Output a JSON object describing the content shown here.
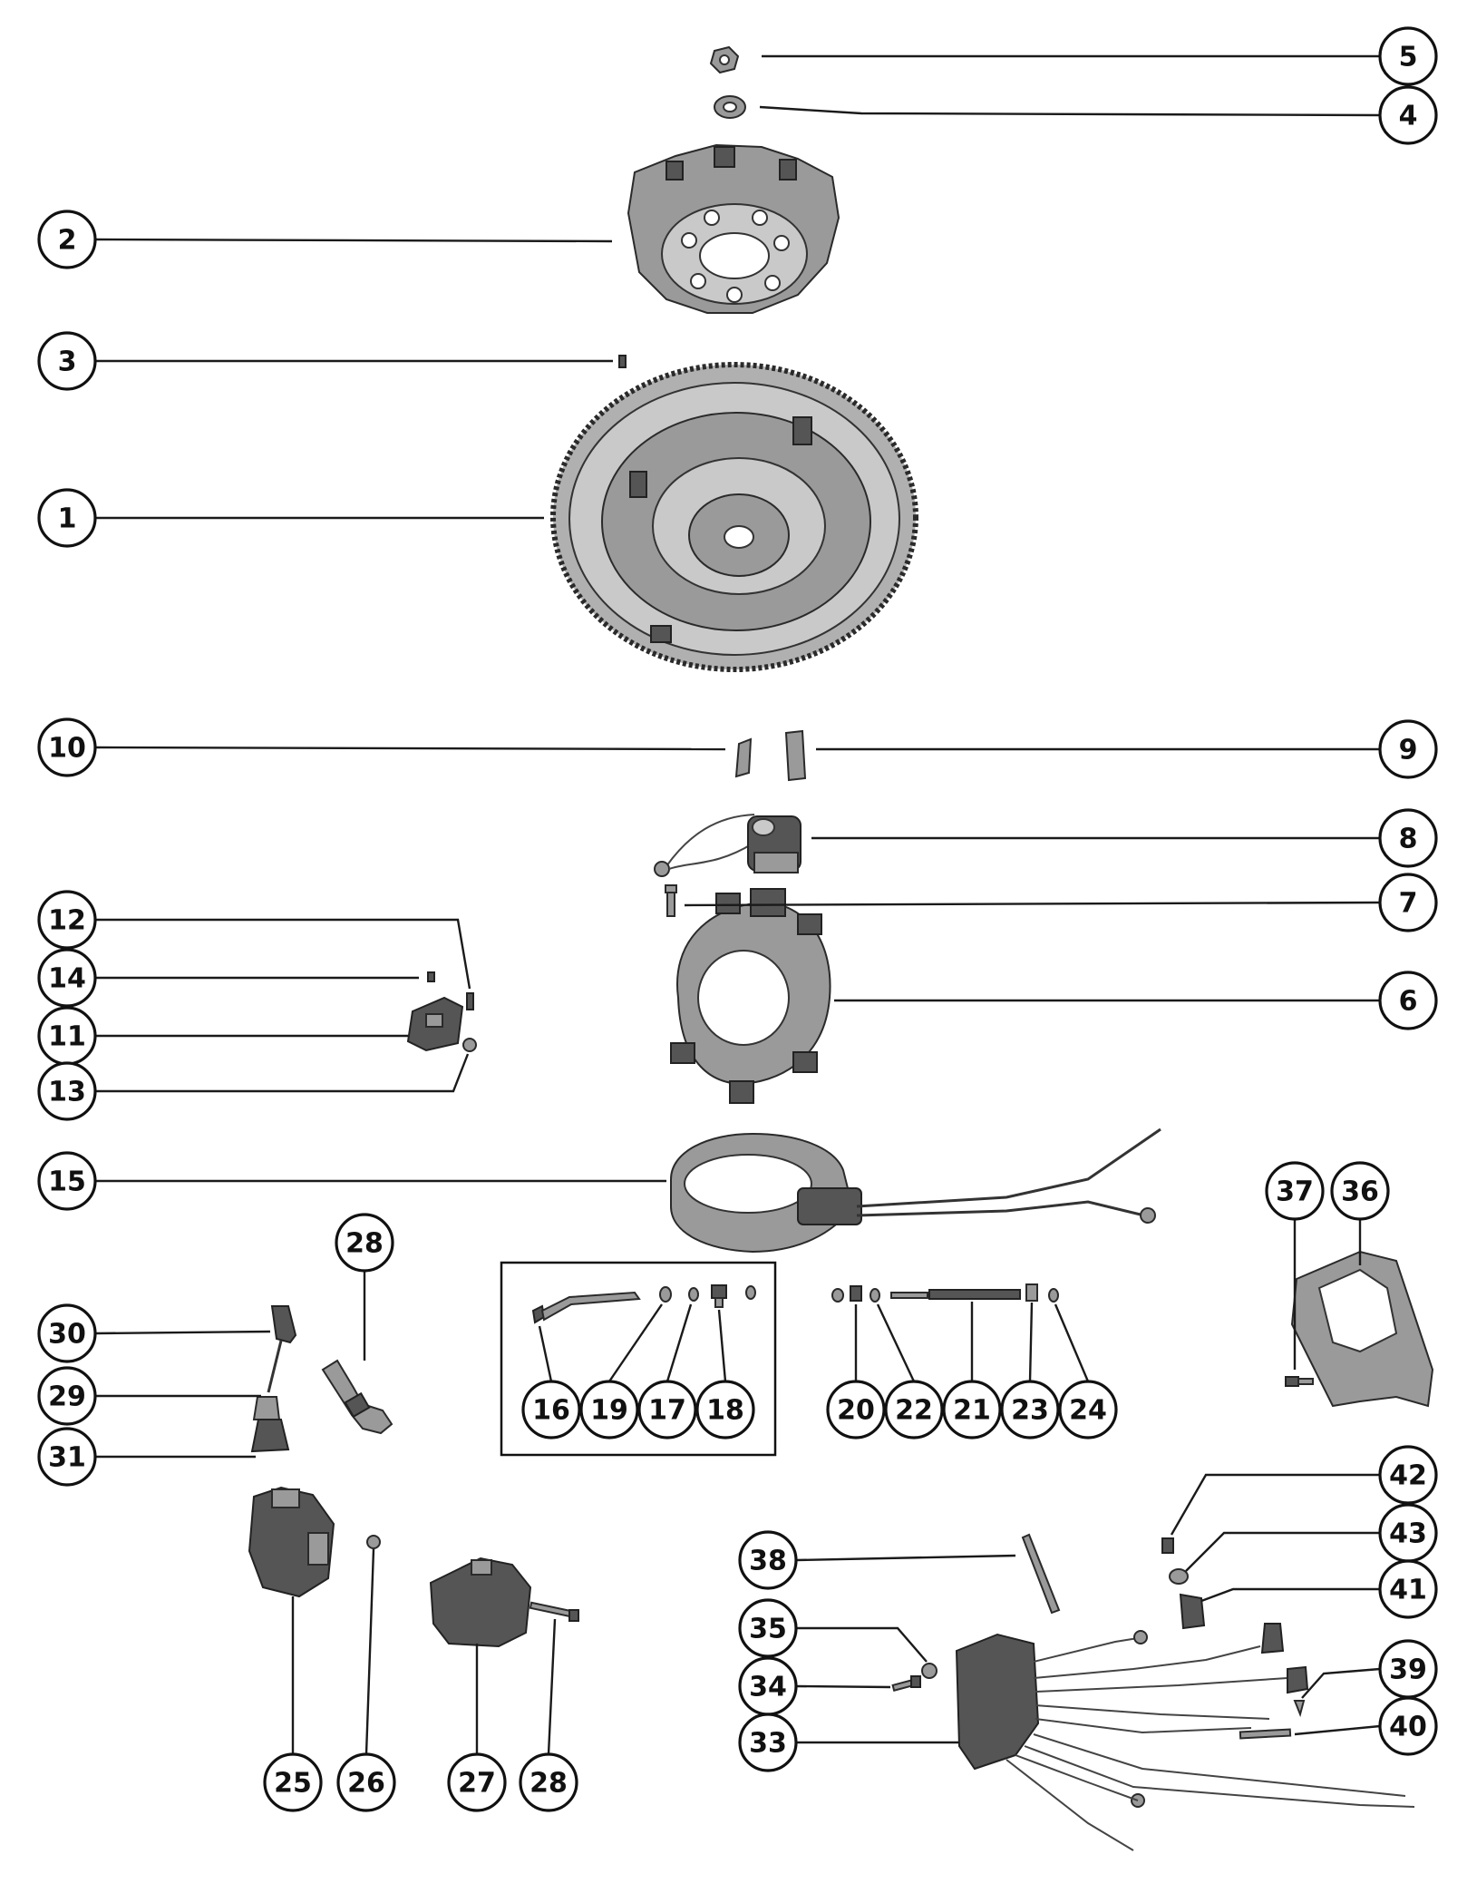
{
  "callouts": [
    {
      "id": "c5",
      "label": "5"
    },
    {
      "id": "c4",
      "label": "4"
    },
    {
      "id": "c2",
      "label": "2"
    },
    {
      "id": "c3",
      "label": "3"
    },
    {
      "id": "c1",
      "label": "1"
    },
    {
      "id": "c10",
      "label": "10"
    },
    {
      "id": "c9",
      "label": "9"
    },
    {
      "id": "c8",
      "label": "8"
    },
    {
      "id": "c7",
      "label": "7"
    },
    {
      "id": "c12",
      "label": "12"
    },
    {
      "id": "c14",
      "label": "14"
    },
    {
      "id": "c11",
      "label": "11"
    },
    {
      "id": "c13",
      "label": "13"
    },
    {
      "id": "c6",
      "label": "6"
    },
    {
      "id": "c15",
      "label": "15"
    },
    {
      "id": "c37",
      "label": "37"
    },
    {
      "id": "c36",
      "label": "36"
    },
    {
      "id": "c28a",
      "label": "28"
    },
    {
      "id": "c30",
      "label": "30"
    },
    {
      "id": "c29",
      "label": "29"
    },
    {
      "id": "c31",
      "label": "31"
    },
    {
      "id": "c16",
      "label": "16"
    },
    {
      "id": "c19",
      "label": "19"
    },
    {
      "id": "c17",
      "label": "17"
    },
    {
      "id": "c18",
      "label": "18"
    },
    {
      "id": "c20",
      "label": "20"
    },
    {
      "id": "c22",
      "label": "22"
    },
    {
      "id": "c21",
      "label": "21"
    },
    {
      "id": "c23",
      "label": "23"
    },
    {
      "id": "c24",
      "label": "24"
    },
    {
      "id": "c42",
      "label": "42"
    },
    {
      "id": "c43",
      "label": "43"
    },
    {
      "id": "c41",
      "label": "41"
    },
    {
      "id": "c38",
      "label": "38"
    },
    {
      "id": "c35",
      "label": "35"
    },
    {
      "id": "c34",
      "label": "34"
    },
    {
      "id": "c39",
      "label": "39"
    },
    {
      "id": "c40",
      "label": "40"
    },
    {
      "id": "c33",
      "label": "33"
    },
    {
      "id": "c25",
      "label": "25"
    },
    {
      "id": "c26",
      "label": "26"
    },
    {
      "id": "c27",
      "label": "27"
    },
    {
      "id": "c28b",
      "label": "28"
    }
  ]
}
